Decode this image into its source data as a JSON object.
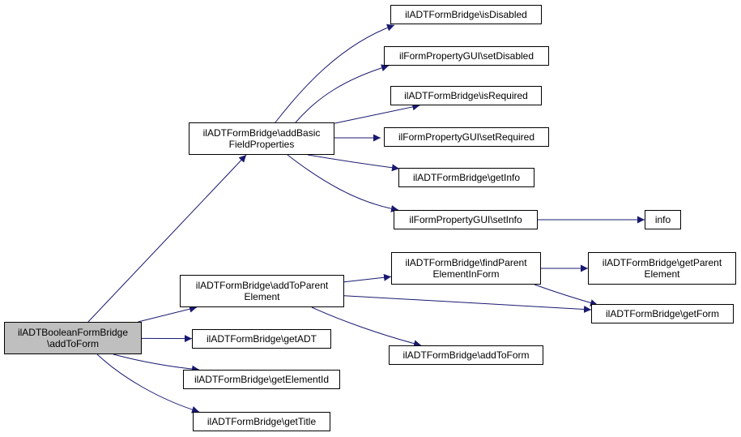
{
  "colors": {
    "edge": "#191970",
    "root_fill": "#bfbfbf",
    "node_fill": "#ffffff",
    "border": "#000000"
  },
  "nodes": [
    {
      "id": "root",
      "lines": [
        "ilADTBooleanFormBridge",
        "\\addToForm"
      ],
      "is_root": true
    },
    {
      "id": "addBasic",
      "lines": [
        "ilADTFormBridge\\addBasic",
        "FieldProperties"
      ]
    },
    {
      "id": "isDisabled",
      "lines": [
        "ilADTFormBridge\\isDisabled"
      ]
    },
    {
      "id": "setDisabled",
      "lines": [
        "ilFormPropertyGUI\\setDisabled"
      ]
    },
    {
      "id": "isRequired",
      "lines": [
        "ilADTFormBridge\\isRequired"
      ]
    },
    {
      "id": "setRequired",
      "lines": [
        "ilFormPropertyGUI\\setRequired"
      ]
    },
    {
      "id": "getInfo",
      "lines": [
        "ilADTFormBridge\\getInfo"
      ]
    },
    {
      "id": "setInfo",
      "lines": [
        "ilFormPropertyGUI\\setInfo"
      ]
    },
    {
      "id": "info",
      "lines": [
        "info"
      ]
    },
    {
      "id": "addToParent",
      "lines": [
        "ilADTFormBridge\\addToParent",
        "Element"
      ]
    },
    {
      "id": "findParent",
      "lines": [
        "ilADTFormBridge\\findParent",
        "ElementInForm"
      ]
    },
    {
      "id": "getParent",
      "lines": [
        "ilADTFormBridge\\getParent",
        "Element"
      ]
    },
    {
      "id": "getForm",
      "lines": [
        "ilADTFormBridge\\getForm"
      ]
    },
    {
      "id": "addToForm",
      "lines": [
        "ilADTFormBridge\\addToForm"
      ]
    },
    {
      "id": "getADT",
      "lines": [
        "ilADTFormBridge\\getADT"
      ]
    },
    {
      "id": "getElementId",
      "lines": [
        "ilADTFormBridge\\getElementId"
      ]
    },
    {
      "id": "getTitle",
      "lines": [
        "ilADTFormBridge\\getTitle"
      ]
    }
  ],
  "edges": [
    {
      "from": "root",
      "to": "addBasic"
    },
    {
      "from": "root",
      "to": "addToParent"
    },
    {
      "from": "root",
      "to": "getADT"
    },
    {
      "from": "root",
      "to": "getElementId"
    },
    {
      "from": "root",
      "to": "getTitle"
    },
    {
      "from": "addBasic",
      "to": "isDisabled"
    },
    {
      "from": "addBasic",
      "to": "setDisabled"
    },
    {
      "from": "addBasic",
      "to": "isRequired"
    },
    {
      "from": "addBasic",
      "to": "setRequired"
    },
    {
      "from": "addBasic",
      "to": "getInfo"
    },
    {
      "from": "addBasic",
      "to": "setInfo"
    },
    {
      "from": "setInfo",
      "to": "info"
    },
    {
      "from": "addToParent",
      "to": "findParent"
    },
    {
      "from": "addToParent",
      "to": "getForm"
    },
    {
      "from": "addToParent",
      "to": "addToForm"
    },
    {
      "from": "findParent",
      "to": "getParent"
    },
    {
      "from": "findParent",
      "to": "getForm"
    }
  ]
}
